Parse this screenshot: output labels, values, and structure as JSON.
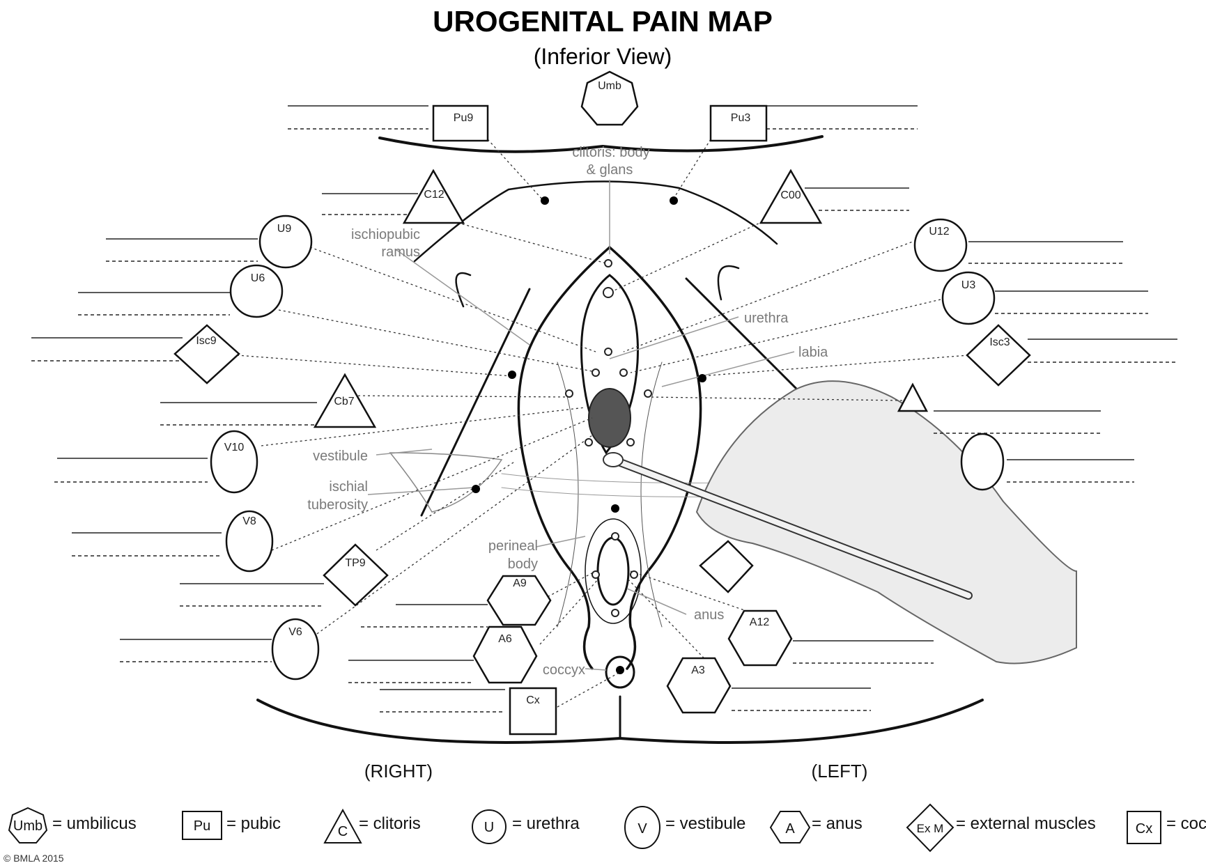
{
  "header": {
    "title": "UROGENITAL PAIN MAP",
    "subtitle": "(Inferior View)"
  },
  "markers": {
    "Umb": "Umb",
    "Pu9": "Pu9",
    "Pu3": "Pu3",
    "C12": "C12",
    "C00": "C00",
    "U9": "U9",
    "U12": "U12",
    "U6": "U6",
    "U3": "U3",
    "Isc9": "Isc9",
    "Isc3": "Isc3",
    "Cb7": "Cb7",
    "V10": "V10",
    "V8": "V8",
    "V6": "V6",
    "TP9": "TP9",
    "A9": "A9",
    "A6": "A6",
    "A12": "A12",
    "A3": "A3",
    "Cx": "Cx"
  },
  "anatomy": {
    "clitoris_1": "clitoris: body",
    "clitoris_2": "& glans",
    "ischiopubic_1": "ischiopubic",
    "ischiopubic_2": "ramus",
    "urethra": "urethra",
    "labia": "labia",
    "vestibule": "vestibule",
    "ischial_1": "ischial",
    "ischial_2": "tuberosity",
    "perineal_1": "perineal",
    "perineal_2": "body",
    "anus": "anus",
    "coccyx": "coccyx"
  },
  "sides": {
    "right": "(RIGHT)",
    "left": "(LEFT)"
  },
  "legend": [
    {
      "symbol": "Umb",
      "text": "= umbilicus"
    },
    {
      "symbol": "Pu",
      "text": "= pubic"
    },
    {
      "symbol": "C",
      "text": "= clitoris"
    },
    {
      "symbol": "U",
      "text": "= urethra"
    },
    {
      "symbol": "V",
      "text": "= vestibule"
    },
    {
      "symbol": "A",
      "text": "= anus"
    },
    {
      "symbol": "Ex M",
      "text": "= external muscles"
    },
    {
      "symbol": "Cx",
      "text": "= coc"
    }
  ],
  "copyright": "© BMLA 2015"
}
